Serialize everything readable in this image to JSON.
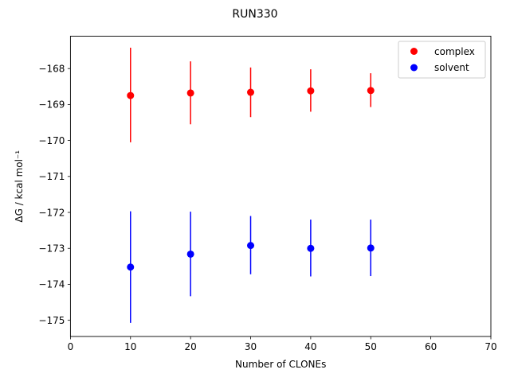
{
  "chart_data": {
    "type": "scatter",
    "title": "RUN330",
    "xlabel": "Number of CLONEs",
    "ylabel": "ΔG / kcal mol⁻¹",
    "xlim": [
      0,
      70
    ],
    "ylim": [
      -175.45,
      -167.1
    ],
    "xticks": [
      0,
      10,
      20,
      30,
      40,
      50,
      60,
      70
    ],
    "yticks": [
      -175,
      -174,
      -173,
      -172,
      -171,
      -170,
      -169,
      -168
    ],
    "grid": false,
    "legend_position": "top-right",
    "error_bars": true,
    "series": [
      {
        "name": "complex",
        "color": "#ff0000",
        "x": [
          10,
          20,
          30,
          40,
          50
        ],
        "y": [
          -168.75,
          -168.68,
          -168.66,
          -168.62,
          -168.61
        ],
        "err_low": [
          -170.05,
          -169.55,
          -169.35,
          -169.2,
          -169.07
        ],
        "err_high": [
          -167.42,
          -167.8,
          -167.97,
          -168.02,
          -168.13
        ]
      },
      {
        "name": "solvent",
        "color": "#0000ff",
        "x": [
          10,
          20,
          30,
          40,
          50
        ],
        "y": [
          -173.52,
          -173.16,
          -172.92,
          -173.0,
          -172.99
        ],
        "err_low": [
          -175.07,
          -174.33,
          -173.72,
          -173.78,
          -173.77
        ],
        "err_high": [
          -171.97,
          -171.98,
          -172.1,
          -172.2,
          -172.2
        ]
      }
    ]
  }
}
